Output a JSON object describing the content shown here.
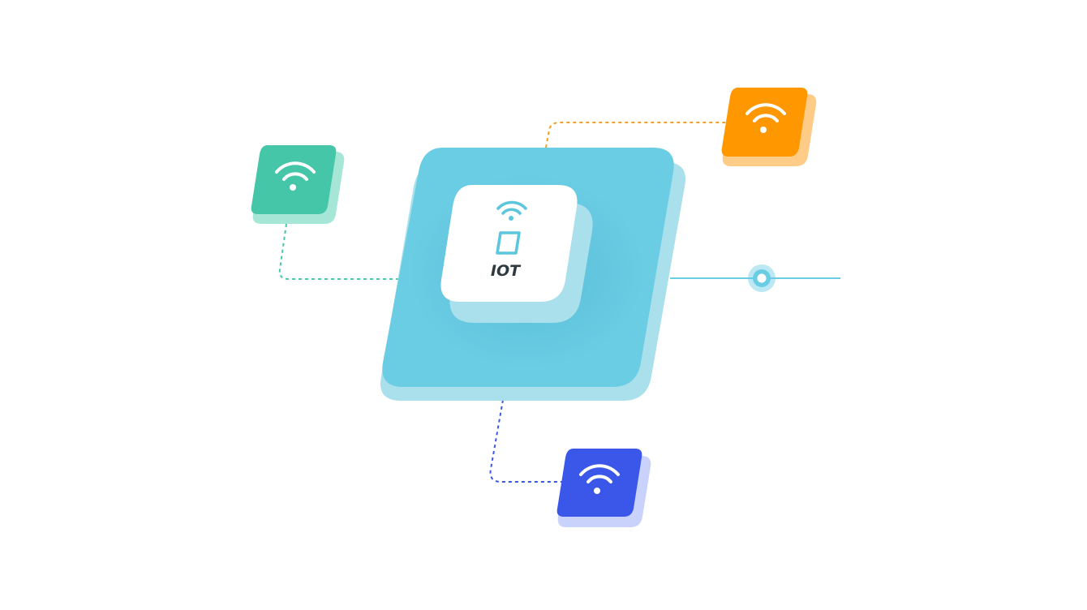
{
  "hub": {
    "label": "IOT",
    "icons": [
      "wifi-icon",
      "chip-icon"
    ]
  },
  "devices": [
    {
      "name": "green-node",
      "icon": "wifi-icon",
      "color": "#46C6A8",
      "shadow": "#A6E6D6",
      "link_color": "#46C6A8"
    },
    {
      "name": "orange-node",
      "icon": "wifi-icon",
      "color": "#FF9800",
      "shadow": "#FFCC88",
      "link_color": "#F0A020"
    },
    {
      "name": "blue-node",
      "icon": "wifi-icon",
      "color": "#3B57EA",
      "shadow": "#C9D2FA",
      "link_color": "#3B57EA"
    }
  ],
  "output": {
    "icon": "connector-node-icon",
    "color": "#6BCDE4"
  },
  "colors": {
    "hub_plate": "#6BCDE4",
    "hub_plate_shadow": "#A9E0EB",
    "module_face": "#FFFFFF",
    "module_side": "#A9E0EB",
    "label_text": "#2E3A40",
    "accent": "#5BC6DE"
  }
}
